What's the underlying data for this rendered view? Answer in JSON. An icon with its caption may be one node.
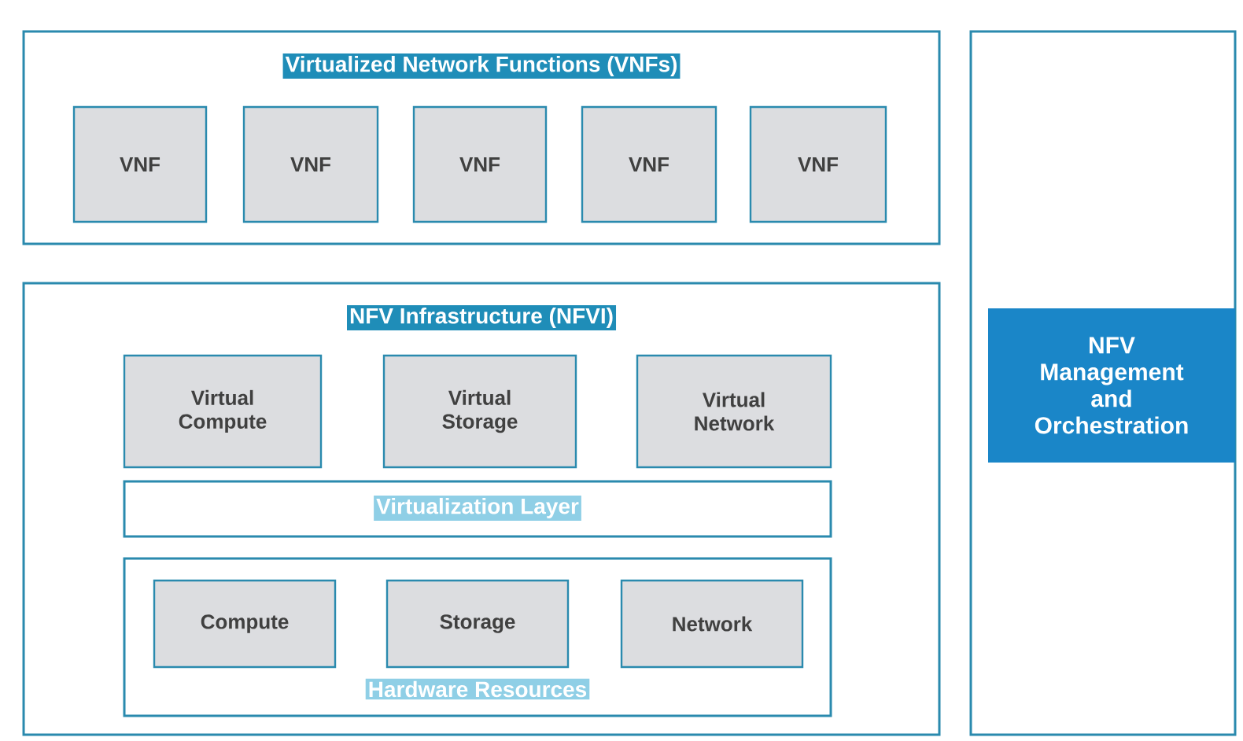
{
  "diagram": {
    "nodes": [
      {
        "text": [
          "Virtualized Network Functions (VNFs)"
        ]
      },
      {
        "text": [
          "VNF"
        ],
        "in": 0
      },
      {
        "text": [
          "VNF"
        ],
        "in": 0
      },
      {
        "text": [
          "VNF"
        ],
        "in": 0
      },
      {
        "text": [
          "VNF"
        ],
        "in": 0
      },
      {
        "text": [
          "VNF"
        ],
        "in": 0
      },
      {
        "text": [
          "NFV Infrastructure (NFVI)"
        ]
      },
      {
        "text": [
          "Virtual Compute"
        ],
        "in": 6
      },
      {
        "text": [
          "Virtual Storage"
        ],
        "in": 6
      },
      {
        "text": [
          "Virtual Network"
        ],
        "in": 6
      },
      {
        "text": [
          "Virtualization Layer"
        ],
        "in": 6
      },
      {
        "text": [
          "Hardware Resources"
        ],
        "in": 6
      },
      {
        "text": [
          "Compute"
        ],
        "in": 11
      },
      {
        "text": [
          "Storage"
        ],
        "in": 11
      },
      {
        "text": [
          "Network"
        ],
        "in": 11
      },
      {
        "text": [
          "NFV Management and Orchestration"
        ]
      }
    ]
  }
}
